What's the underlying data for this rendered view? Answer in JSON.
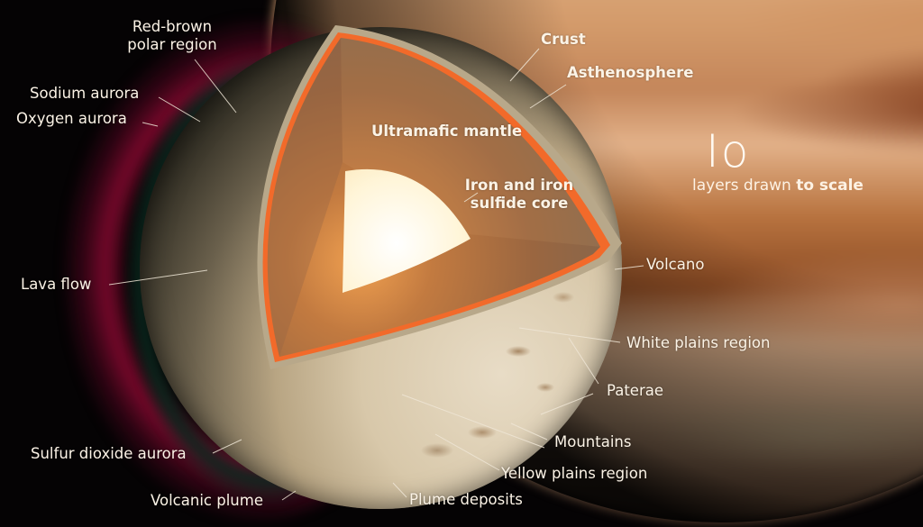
{
  "title": "Io",
  "subtitle": {
    "normal": "layers drawn ",
    "bold": "to scale"
  },
  "layers": {
    "crust": "Crust",
    "asthenosphere": "Asthenosphere",
    "mantle": "Ultramafic mantle",
    "core_line1": "Iron and iron",
    "core_line2": "sulfide core"
  },
  "surface_features": {
    "polar_line1": "Red-brown",
    "polar_line2": "polar region",
    "sodium_aurora": "Sodium aurora",
    "oxygen_aurora": "Oxygen aurora",
    "lava_flow": "Lava flow",
    "volcano": "Volcano",
    "white_plains": "White plains region",
    "paterae": "Paterae",
    "mountains": "Mountains",
    "yellow_plains": "Yellow plains region",
    "plume_deposits": "Plume deposits",
    "sulfur_dioxide_aurora": "Sulfur dioxide aurora",
    "volcanic_plume": "Volcanic plume"
  },
  "colors": {
    "asthenosphere": "#f26a2a",
    "crust": "#b8a88a",
    "mantle": "#9a6640",
    "core": "#fff7e0",
    "aurora_red": "#8c0a32",
    "background": "#050304"
  }
}
